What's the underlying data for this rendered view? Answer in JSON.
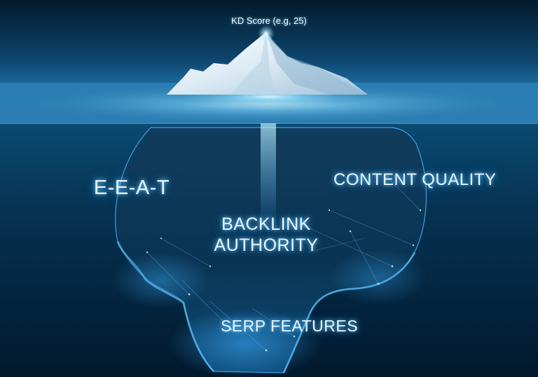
{
  "peak": {
    "label": "KD Score (e.g, 25)"
  },
  "underwater": {
    "left_label": "E-E-A-T",
    "right_label": "CONTENT QUALITY",
    "center_label_line1": "BACKLINK",
    "center_label_line2": "AUTHORITY",
    "bottom_label": "SERP FEATURES"
  },
  "colors": {
    "sky_top": "#041a2c",
    "sky_horizon": "#1f6fa3",
    "water_deep": "#02192d",
    "glow": "#8fe0ff",
    "ice": "#e8f4fb"
  }
}
